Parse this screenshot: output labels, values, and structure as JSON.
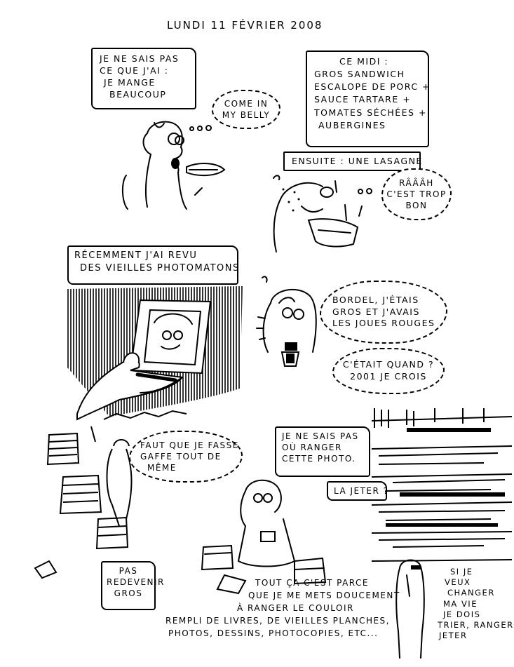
{
  "page": {
    "date": "Lundi 11 Février 2008"
  },
  "panels": [
    {
      "id": "panel-1",
      "caption_lines": [
        "Je ne sais pas",
        "ce que j'ai :",
        "je mange",
        "beaucoup"
      ],
      "thought_lines": [
        "Come in",
        "my belly"
      ]
    },
    {
      "id": "panel-2",
      "caption_lines": [
        "Ce midi :",
        "Gros sandwich",
        "escalope de porc +",
        "sauce tartare +",
        "tomates séchées +",
        "aubergines"
      ],
      "caption2": "Ensuite : une lasagne",
      "thought_lines": [
        "Râââh",
        "c'est trop",
        "bon"
      ]
    },
    {
      "id": "panel-3",
      "caption_lines": [
        "Récemment j'ai revu",
        "des vieilles photomatons"
      ]
    },
    {
      "id": "panel-4",
      "thought1_lines": [
        "Bordel, j'étais",
        "gros et j'avais",
        "les joues rouges"
      ],
      "thought2_lines": [
        "C'était quand ?",
        "2001 je crois"
      ]
    },
    {
      "id": "panel-5",
      "thought_lines": [
        "Faut que je fasse",
        "gaffe tout de",
        "même"
      ],
      "caption_lines": [
        "Pas",
        "redevenir",
        "gros"
      ],
      "speech_lines": [
        "Je ne sais pas",
        "où ranger",
        "cette photo."
      ],
      "speech2": "La jeter ?",
      "narration_lines": [
        "Tout ça c'est parce",
        "que je me mets doucement",
        "à ranger le couloir",
        "rempli de livres, de vieilles planches,",
        "photos, dessins, photocopies, etc..."
      ],
      "side_text_lines": [
        "Si je",
        "veux",
        "changer",
        "ma vie",
        "je dois",
        "trier, ranger,",
        "jeter"
      ]
    }
  ]
}
